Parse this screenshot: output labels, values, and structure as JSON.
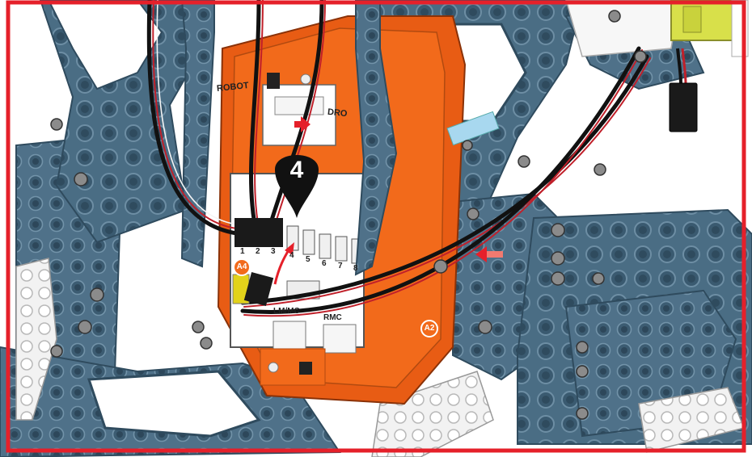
{
  "step": {
    "number": "4",
    "marker_color": "#111111"
  },
  "controller": {
    "switch_left_label": "ROBOT",
    "switch_right_label": "DRO",
    "port_labels": [
      "1",
      "2",
      "3",
      "4",
      "5",
      "6",
      "7",
      "8"
    ],
    "lower_left_label": "LM/MC",
    "lower_right_label": "RMC",
    "body_color": "#f26a1b"
  },
  "callouts": [
    {
      "id": "a4",
      "text": "A4",
      "color": "#f26a1b"
    },
    {
      "id": "a2",
      "text": "A2",
      "color": "#f26a1b"
    }
  ],
  "colors": {
    "frame": "#e5202a",
    "parts": "#4a6d84",
    "parts_dark": "#2f4b5e",
    "arrow": "#e5202a",
    "white_parts": "#f2f2f2",
    "yellow_part": "#d8e04a"
  },
  "icons": [
    "step-marker-icon",
    "direction-arrow-icon",
    "curved-arrow-icon"
  ]
}
